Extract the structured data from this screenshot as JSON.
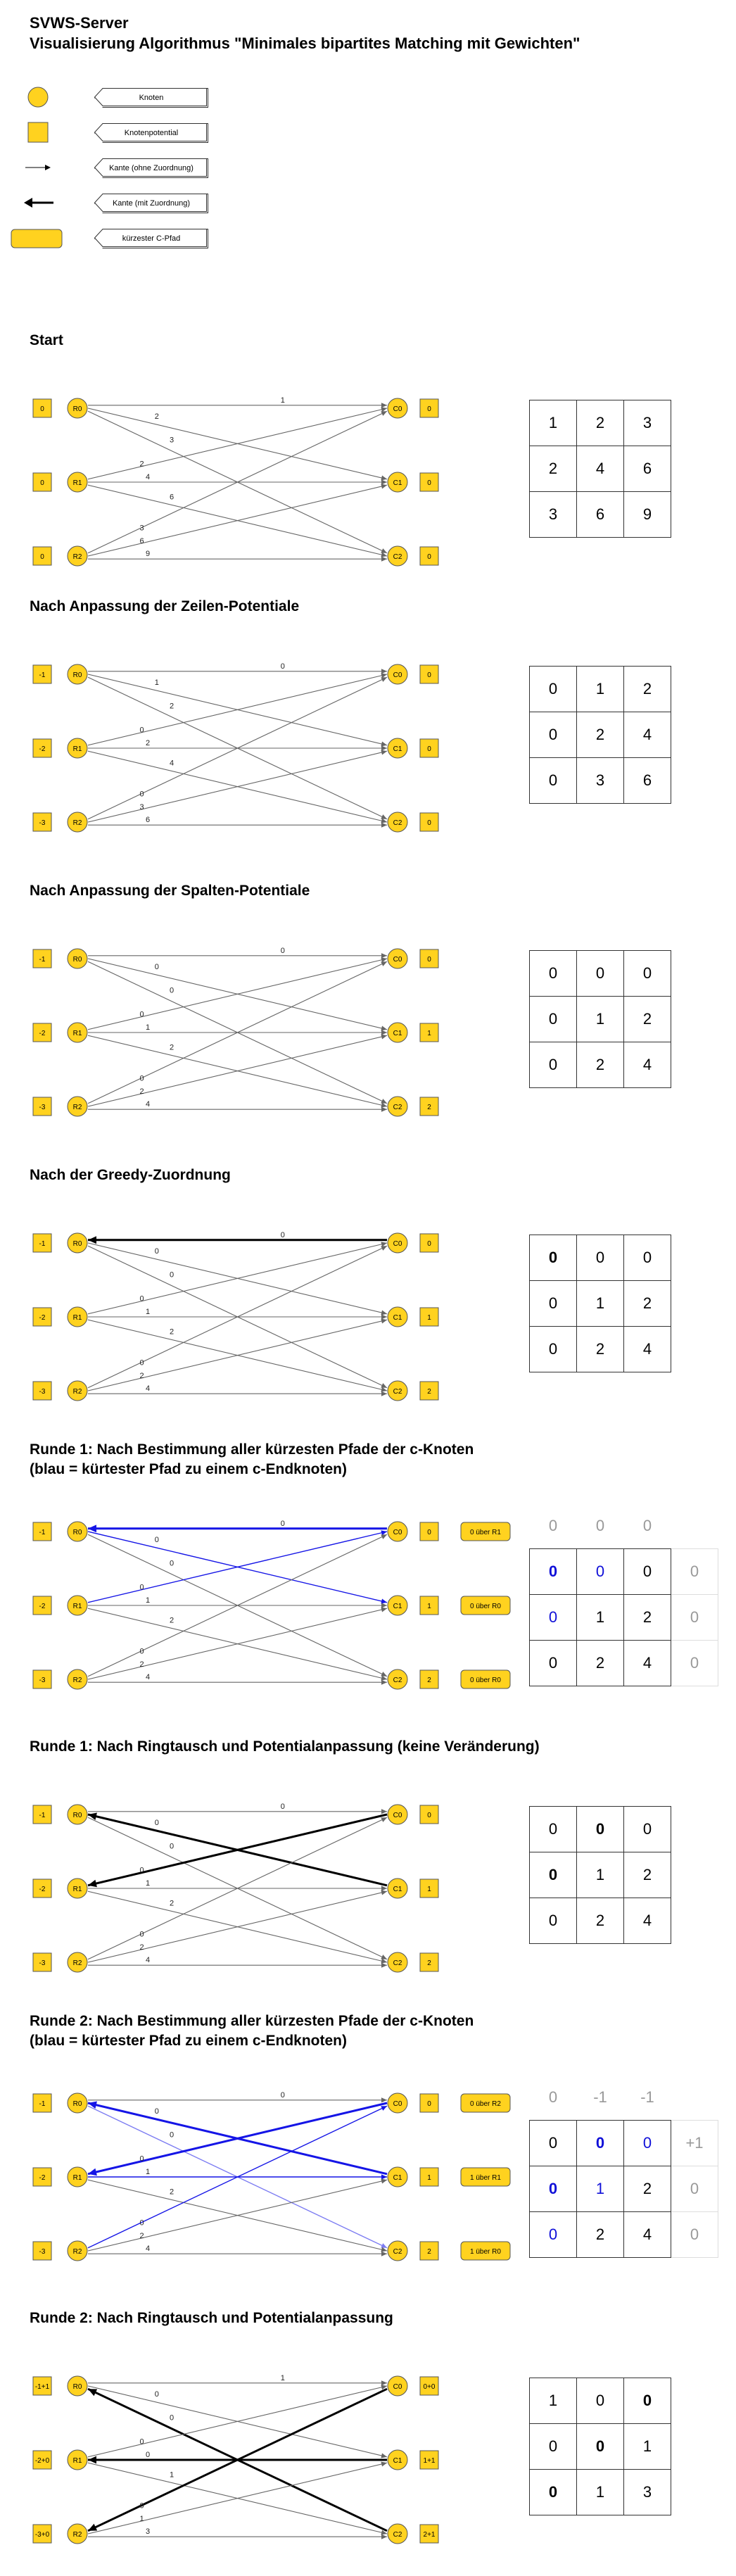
{
  "page": {
    "title_line1": "SVWS-Server",
    "title_line2": "Visualisierung Algorithmus \"Minimales bipartites Matching mit Gewichten\""
  },
  "legend": [
    {
      "symbol": "circle",
      "label": "Knoten"
    },
    {
      "symbol": "square",
      "label": "Knotenpotential"
    },
    {
      "symbol": "thin-arrow",
      "label": "Kante (ohne Zuordnung)"
    },
    {
      "symbol": "thick-arrow",
      "label": "Kante (mit Zuordnung)"
    },
    {
      "symbol": "rounded-box",
      "label": "kürzester C-Pfad"
    }
  ],
  "colors": {
    "node_fill": "#ffd21f",
    "node_stroke": "#555555",
    "edge": "#666666",
    "matched_edge": "#000000",
    "path_edge": "#1515e6",
    "path_edge_light": "#7c7cf2",
    "matrix_blue": "#1010d8",
    "matrix_gray": "#999999"
  },
  "sections": [
    {
      "heading_lines": [
        "Start"
      ],
      "r_nodes": [
        "R0",
        "R1",
        "R2"
      ],
      "c_nodes": [
        "C0",
        "C1",
        "C2"
      ],
      "r_potentials": [
        "0",
        "0",
        "0"
      ],
      "c_potentials": [
        "0",
        "0",
        "0"
      ],
      "path_tags": [],
      "edges": [
        {
          "r": 0,
          "c": 0,
          "w": "1",
          "type": "normal"
        },
        {
          "r": 0,
          "c": 1,
          "w": "2",
          "type": "normal"
        },
        {
          "r": 0,
          "c": 2,
          "w": "3",
          "type": "normal"
        },
        {
          "r": 1,
          "c": 0,
          "w": "2",
          "type": "normal"
        },
        {
          "r": 1,
          "c": 1,
          "w": "4",
          "type": "normal"
        },
        {
          "r": 1,
          "c": 2,
          "w": "6",
          "type": "normal"
        },
        {
          "r": 2,
          "c": 0,
          "w": "3",
          "type": "normal"
        },
        {
          "r": 2,
          "c": 1,
          "w": "6",
          "type": "normal"
        },
        {
          "r": 2,
          "c": 2,
          "w": "9",
          "type": "normal"
        }
      ],
      "matrix": {
        "top": [],
        "right": [],
        "cells": [
          [
            {
              "v": "1"
            },
            {
              "v": "2"
            },
            {
              "v": "3"
            }
          ],
          [
            {
              "v": "2"
            },
            {
              "v": "4"
            },
            {
              "v": "6"
            }
          ],
          [
            {
              "v": "3"
            },
            {
              "v": "6"
            },
            {
              "v": "9"
            }
          ]
        ]
      }
    },
    {
      "heading_lines": [
        "Nach Anpassung der Zeilen-Potentiale"
      ],
      "r_nodes": [
        "R0",
        "R1",
        "R2"
      ],
      "c_nodes": [
        "C0",
        "C1",
        "C2"
      ],
      "r_potentials": [
        "-1",
        "-2",
        "-3"
      ],
      "c_potentials": [
        "0",
        "0",
        "0"
      ],
      "path_tags": [],
      "edges": [
        {
          "r": 0,
          "c": 0,
          "w": "0",
          "type": "normal"
        },
        {
          "r": 0,
          "c": 1,
          "w": "1",
          "type": "normal"
        },
        {
          "r": 0,
          "c": 2,
          "w": "2",
          "type": "normal"
        },
        {
          "r": 1,
          "c": 0,
          "w": "0",
          "type": "normal"
        },
        {
          "r": 1,
          "c": 1,
          "w": "2",
          "type": "normal"
        },
        {
          "r": 1,
          "c": 2,
          "w": "4",
          "type": "normal"
        },
        {
          "r": 2,
          "c": 0,
          "w": "0",
          "type": "normal"
        },
        {
          "r": 2,
          "c": 1,
          "w": "3",
          "type": "normal"
        },
        {
          "r": 2,
          "c": 2,
          "w": "6",
          "type": "normal"
        }
      ],
      "matrix": {
        "top": [],
        "right": [],
        "cells": [
          [
            {
              "v": "0"
            },
            {
              "v": "1"
            },
            {
              "v": "2"
            }
          ],
          [
            {
              "v": "0"
            },
            {
              "v": "2"
            },
            {
              "v": "4"
            }
          ],
          [
            {
              "v": "0"
            },
            {
              "v": "3"
            },
            {
              "v": "6"
            }
          ]
        ]
      }
    },
    {
      "heading_lines": [
        "Nach Anpassung der Spalten-Potentiale"
      ],
      "r_nodes": [
        "R0",
        "R1",
        "R2"
      ],
      "c_nodes": [
        "C0",
        "C1",
        "C2"
      ],
      "r_potentials": [
        "-1",
        "-2",
        "-3"
      ],
      "c_potentials": [
        "0",
        "1",
        "2"
      ],
      "path_tags": [],
      "edges": [
        {
          "r": 0,
          "c": 0,
          "w": "0",
          "type": "normal"
        },
        {
          "r": 0,
          "c": 1,
          "w": "0",
          "type": "normal"
        },
        {
          "r": 0,
          "c": 2,
          "w": "0",
          "type": "normal"
        },
        {
          "r": 1,
          "c": 0,
          "w": "0",
          "type": "normal"
        },
        {
          "r": 1,
          "c": 1,
          "w": "1",
          "type": "normal"
        },
        {
          "r": 1,
          "c": 2,
          "w": "2",
          "type": "normal"
        },
        {
          "r": 2,
          "c": 0,
          "w": "0",
          "type": "normal"
        },
        {
          "r": 2,
          "c": 1,
          "w": "2",
          "type": "normal"
        },
        {
          "r": 2,
          "c": 2,
          "w": "4",
          "type": "normal"
        }
      ],
      "matrix": {
        "top": [],
        "right": [],
        "cells": [
          [
            {
              "v": "0"
            },
            {
              "v": "0"
            },
            {
              "v": "0"
            }
          ],
          [
            {
              "v": "0"
            },
            {
              "v": "1"
            },
            {
              "v": "2"
            }
          ],
          [
            {
              "v": "0"
            },
            {
              "v": "2"
            },
            {
              "v": "4"
            }
          ]
        ]
      }
    },
    {
      "heading_lines": [
        "Nach der Greedy-Zuordnung"
      ],
      "r_nodes": [
        "R0",
        "R1",
        "R2"
      ],
      "c_nodes": [
        "C0",
        "C1",
        "C2"
      ],
      "r_potentials": [
        "-1",
        "-2",
        "-3"
      ],
      "c_potentials": [
        "0",
        "1",
        "2"
      ],
      "path_tags": [],
      "edges": [
        {
          "r": 0,
          "c": 0,
          "w": "0",
          "type": "matched"
        },
        {
          "r": 0,
          "c": 1,
          "w": "0",
          "type": "normal"
        },
        {
          "r": 0,
          "c": 2,
          "w": "0",
          "type": "normal"
        },
        {
          "r": 1,
          "c": 0,
          "w": "0",
          "type": "normal"
        },
        {
          "r": 1,
          "c": 1,
          "w": "1",
          "type": "normal"
        },
        {
          "r": 1,
          "c": 2,
          "w": "2",
          "type": "normal"
        },
        {
          "r": 2,
          "c": 0,
          "w": "0",
          "type": "normal"
        },
        {
          "r": 2,
          "c": 1,
          "w": "2",
          "type": "normal"
        },
        {
          "r": 2,
          "c": 2,
          "w": "4",
          "type": "normal"
        }
      ],
      "matrix": {
        "top": [],
        "right": [],
        "cells": [
          [
            {
              "v": "0",
              "s": "bold"
            },
            {
              "v": "0"
            },
            {
              "v": "0"
            }
          ],
          [
            {
              "v": "0"
            },
            {
              "v": "1"
            },
            {
              "v": "2"
            }
          ],
          [
            {
              "v": "0"
            },
            {
              "v": "2"
            },
            {
              "v": "4"
            }
          ]
        ]
      }
    },
    {
      "heading_lines": [
        "Runde 1: Nach Bestimmung aller kürzesten Pfade der c-Knoten",
        "(blau = kürtester Pfad zu einem c-Endknoten)"
      ],
      "r_nodes": [
        "R0",
        "R1",
        "R2"
      ],
      "c_nodes": [
        "C0",
        "C1",
        "C2"
      ],
      "r_potentials": [
        "-1",
        "-2",
        "-3"
      ],
      "c_potentials": [
        "0",
        "1",
        "2"
      ],
      "path_tags": [
        "0 über R1",
        "0 über R0",
        "0 über R0"
      ],
      "edges": [
        {
          "r": 0,
          "c": 0,
          "w": "0",
          "type": "path-matched"
        },
        {
          "r": 0,
          "c": 1,
          "w": "0",
          "type": "path"
        },
        {
          "r": 0,
          "c": 2,
          "w": "0",
          "type": "normal"
        },
        {
          "r": 1,
          "c": 0,
          "w": "0",
          "type": "path"
        },
        {
          "r": 1,
          "c": 1,
          "w": "1",
          "type": "normal"
        },
        {
          "r": 1,
          "c": 2,
          "w": "2",
          "type": "normal"
        },
        {
          "r": 2,
          "c": 0,
          "w": "0",
          "type": "normal"
        },
        {
          "r": 2,
          "c": 1,
          "w": "2",
          "type": "normal"
        },
        {
          "r": 2,
          "c": 2,
          "w": "4",
          "type": "normal"
        }
      ],
      "matrix": {
        "top": [
          "0",
          "0",
          "0"
        ],
        "right": [
          "0",
          "0",
          "0"
        ],
        "cells": [
          [
            {
              "v": "0",
              "s": "blue-bold"
            },
            {
              "v": "0",
              "s": "blue"
            },
            {
              "v": "0"
            }
          ],
          [
            {
              "v": "0",
              "s": "blue"
            },
            {
              "v": "1"
            },
            {
              "v": "2"
            }
          ],
          [
            {
              "v": "0"
            },
            {
              "v": "2"
            },
            {
              "v": "4"
            }
          ]
        ]
      }
    },
    {
      "heading_lines": [
        "Runde 1: Nach Ringtausch und Potentialanpassung (keine Veränderung)"
      ],
      "r_nodes": [
        "R0",
        "R1",
        "R2"
      ],
      "c_nodes": [
        "C0",
        "C1",
        "C2"
      ],
      "r_potentials": [
        "-1",
        "-2",
        "-3"
      ],
      "c_potentials": [
        "0",
        "1",
        "2"
      ],
      "path_tags": [],
      "edges": [
        {
          "r": 0,
          "c": 0,
          "w": "0",
          "type": "normal"
        },
        {
          "r": 0,
          "c": 1,
          "w": "0",
          "type": "matched"
        },
        {
          "r": 0,
          "c": 2,
          "w": "0",
          "type": "normal"
        },
        {
          "r": 1,
          "c": 0,
          "w": "0",
          "type": "matched"
        },
        {
          "r": 1,
          "c": 1,
          "w": "1",
          "type": "normal"
        },
        {
          "r": 1,
          "c": 2,
          "w": "2",
          "type": "normal"
        },
        {
          "r": 2,
          "c": 0,
          "w": "0",
          "type": "normal"
        },
        {
          "r": 2,
          "c": 1,
          "w": "2",
          "type": "normal"
        },
        {
          "r": 2,
          "c": 2,
          "w": "4",
          "type": "normal"
        }
      ],
      "matrix": {
        "top": [],
        "right": [],
        "cells": [
          [
            {
              "v": "0"
            },
            {
              "v": "0",
              "s": "bold"
            },
            {
              "v": "0"
            }
          ],
          [
            {
              "v": "0",
              "s": "bold"
            },
            {
              "v": "1"
            },
            {
              "v": "2"
            }
          ],
          [
            {
              "v": "0"
            },
            {
              "v": "2"
            },
            {
              "v": "4"
            }
          ]
        ]
      }
    },
    {
      "heading_lines": [
        "Runde 2: Nach Bestimmung aller kürzesten Pfade der c-Knoten",
        "(blau = kürtester Pfad zu einem c-Endknoten)"
      ],
      "r_nodes": [
        "R0",
        "R1",
        "R2"
      ],
      "c_nodes": [
        "C0",
        "C1",
        "C2"
      ],
      "r_potentials": [
        "-1",
        "-2",
        "-3"
      ],
      "c_potentials": [
        "0",
        "1",
        "2"
      ],
      "path_tags": [
        "0 über R2",
        "1 über R1",
        "1 über R0"
      ],
      "edges": [
        {
          "r": 0,
          "c": 0,
          "w": "0",
          "type": "normal"
        },
        {
          "r": 0,
          "c": 1,
          "w": "0",
          "type": "path-matched"
        },
        {
          "r": 0,
          "c": 2,
          "w": "0",
          "type": "path-light"
        },
        {
          "r": 1,
          "c": 0,
          "w": "0",
          "type": "path-matched"
        },
        {
          "r": 1,
          "c": 1,
          "w": "1",
          "type": "path"
        },
        {
          "r": 1,
          "c": 2,
          "w": "2",
          "type": "normal"
        },
        {
          "r": 2,
          "c": 0,
          "w": "0",
          "type": "path"
        },
        {
          "r": 2,
          "c": 1,
          "w": "2",
          "type": "normal"
        },
        {
          "r": 2,
          "c": 2,
          "w": "4",
          "type": "normal"
        }
      ],
      "matrix": {
        "top": [
          "0",
          "-1",
          "-1"
        ],
        "right": [
          "+1",
          "0",
          "0"
        ],
        "cells": [
          [
            {
              "v": "0"
            },
            {
              "v": "0",
              "s": "blue-bold"
            },
            {
              "v": "0",
              "s": "blue"
            }
          ],
          [
            {
              "v": "0",
              "s": "blue-bold"
            },
            {
              "v": "1",
              "s": "blue"
            },
            {
              "v": "2"
            }
          ],
          [
            {
              "v": "0",
              "s": "blue"
            },
            {
              "v": "2"
            },
            {
              "v": "4"
            }
          ]
        ]
      }
    },
    {
      "heading_lines": [
        "Runde 2: Nach Ringtausch und Potentialanpassung"
      ],
      "r_nodes": [
        "R0",
        "R1",
        "R2"
      ],
      "c_nodes": [
        "C0",
        "C1",
        "C2"
      ],
      "r_potentials": [
        "-1+1",
        "-2+0",
        "-3+0"
      ],
      "c_potentials": [
        "0+0",
        "1+1",
        "2+1"
      ],
      "path_tags": [],
      "edges": [
        {
          "r": 0,
          "c": 0,
          "w": "1",
          "type": "normal"
        },
        {
          "r": 0,
          "c": 1,
          "w": "0",
          "type": "normal"
        },
        {
          "r": 0,
          "c": 2,
          "w": "0",
          "type": "matched"
        },
        {
          "r": 1,
          "c": 0,
          "w": "0",
          "type": "normal"
        },
        {
          "r": 1,
          "c": 1,
          "w": "0",
          "type": "matched"
        },
        {
          "r": 1,
          "c": 2,
          "w": "1",
          "type": "normal"
        },
        {
          "r": 2,
          "c": 0,
          "w": "0",
          "type": "matched"
        },
        {
          "r": 2,
          "c": 1,
          "w": "1",
          "type": "normal"
        },
        {
          "r": 2,
          "c": 2,
          "w": "3",
          "type": "normal"
        }
      ],
      "matrix": {
        "top": [],
        "right": [],
        "cells": [
          [
            {
              "v": "1"
            },
            {
              "v": "0"
            },
            {
              "v": "0",
              "s": "bold"
            }
          ],
          [
            {
              "v": "0"
            },
            {
              "v": "0",
              "s": "bold"
            },
            {
              "v": "1"
            }
          ],
          [
            {
              "v": "0",
              "s": "bold"
            },
            {
              "v": "1"
            },
            {
              "v": "3"
            }
          ]
        ]
      }
    }
  ]
}
